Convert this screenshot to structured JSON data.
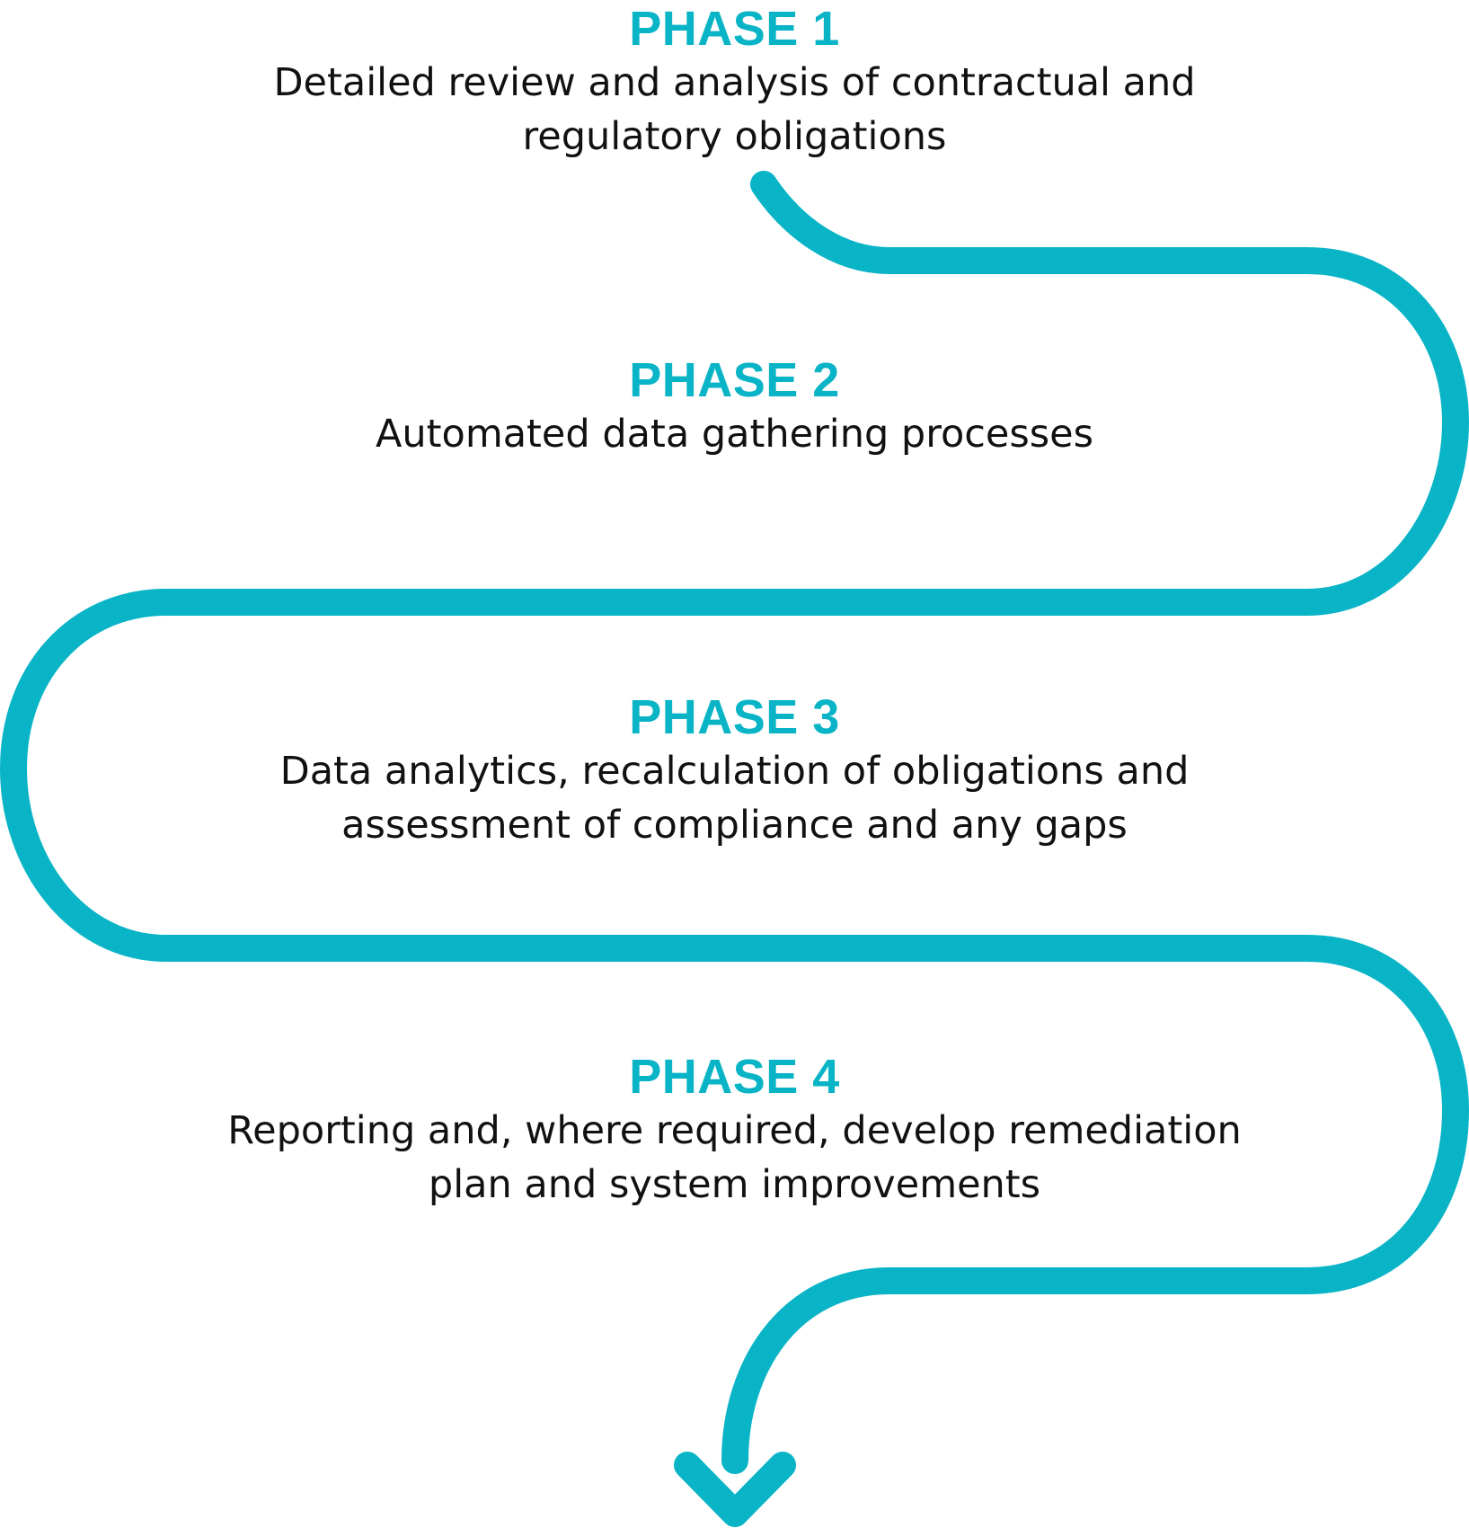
{
  "colors": {
    "accent": "#08b4c6",
    "text": "#111111",
    "background": "#ffffff"
  },
  "phases": [
    {
      "title": "PHASE 1",
      "description": "Detailed review and analysis of contractual and regulatory obligations"
    },
    {
      "title": "PHASE 2",
      "description": "Automated data gathering processes"
    },
    {
      "title": "PHASE 3",
      "description": "Data analytics, recalculation of obligations and assessment of compliance and any gaps"
    },
    {
      "title": "PHASE 4",
      "description": "Reporting and, where required, develop remediation plan and system improvements"
    }
  ],
  "icons": {
    "flow_end": "arrow-down-icon"
  }
}
